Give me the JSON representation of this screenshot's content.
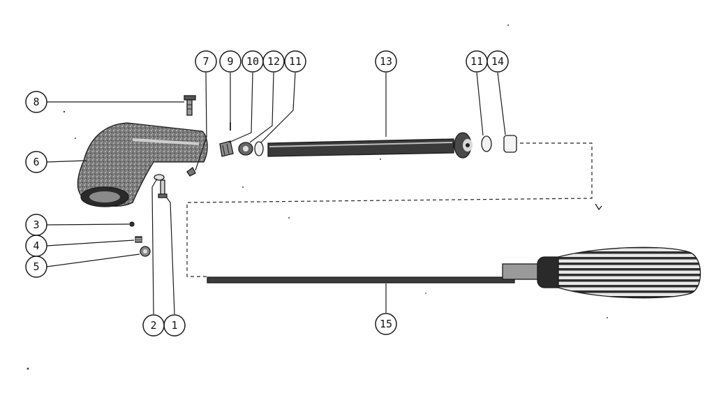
{
  "colors": {
    "ink": "#1a1a1a",
    "paper": "#ffffff",
    "casting": "#6f6f6f",
    "rod": "#3a3a3a",
    "grip": "#2e2e2e"
  },
  "callouts": [
    {
      "id": "c1",
      "label": "1"
    },
    {
      "id": "c2",
      "label": "2"
    },
    {
      "id": "c3",
      "label": "3"
    },
    {
      "id": "c4",
      "label": "4"
    },
    {
      "id": "c5",
      "label": "5"
    },
    {
      "id": "c6",
      "label": "6"
    },
    {
      "id": "c7",
      "label": "7"
    },
    {
      "id": "c8",
      "label": "8"
    },
    {
      "id": "c9",
      "label": "9"
    },
    {
      "id": "c10",
      "label": "10"
    },
    {
      "id": "c12",
      "label": "12"
    },
    {
      "id": "c11a",
      "label": "11"
    },
    {
      "id": "c13",
      "label": "13"
    },
    {
      "id": "c11b",
      "label": "11"
    },
    {
      "id": "c14",
      "label": "14"
    },
    {
      "id": "c15",
      "label": "15"
    }
  ]
}
